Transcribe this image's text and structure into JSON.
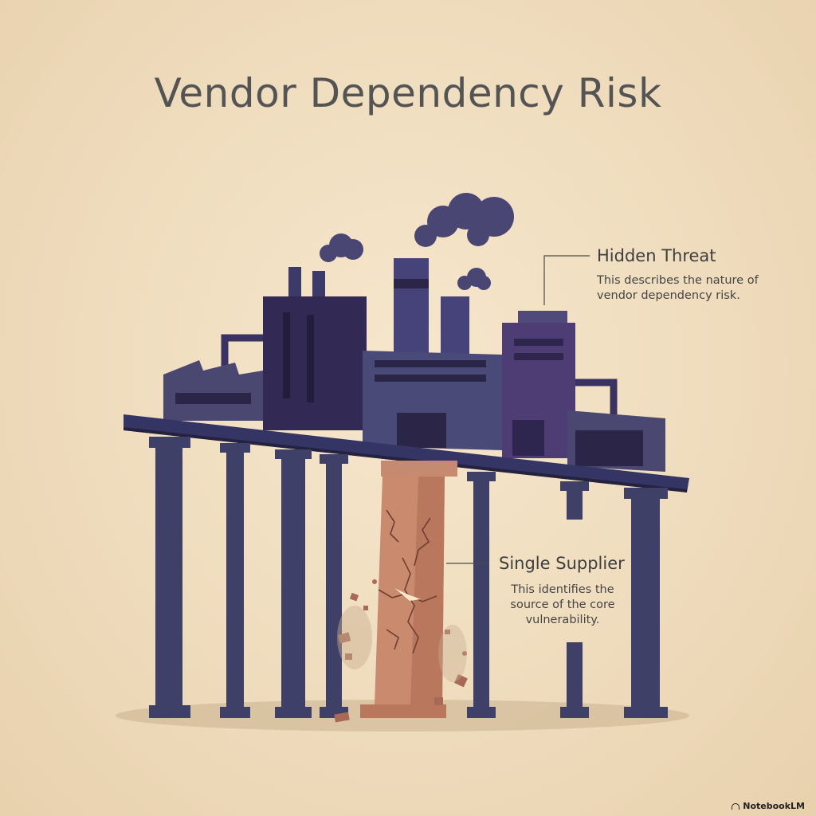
{
  "title": "Vendor Dependency Risk",
  "callouts": {
    "hidden_threat": {
      "title": "Hidden Threat",
      "body_line1": "This describes the nature of",
      "body_line2": "vendor dependency risk."
    },
    "single_supplier": {
      "title": "Single Supplier",
      "body_line1": "This identifies the",
      "body_line2": "source of the core",
      "body_line3": "vulnerability."
    }
  },
  "branding": "NotebookLM",
  "colors": {
    "background": "#f0dec0",
    "factory_dark": "#3a3260",
    "factory_mid": "#4a4870",
    "pillar": "#3f4068",
    "cracked_pillar": "#c98a6e",
    "text": "#545454"
  }
}
